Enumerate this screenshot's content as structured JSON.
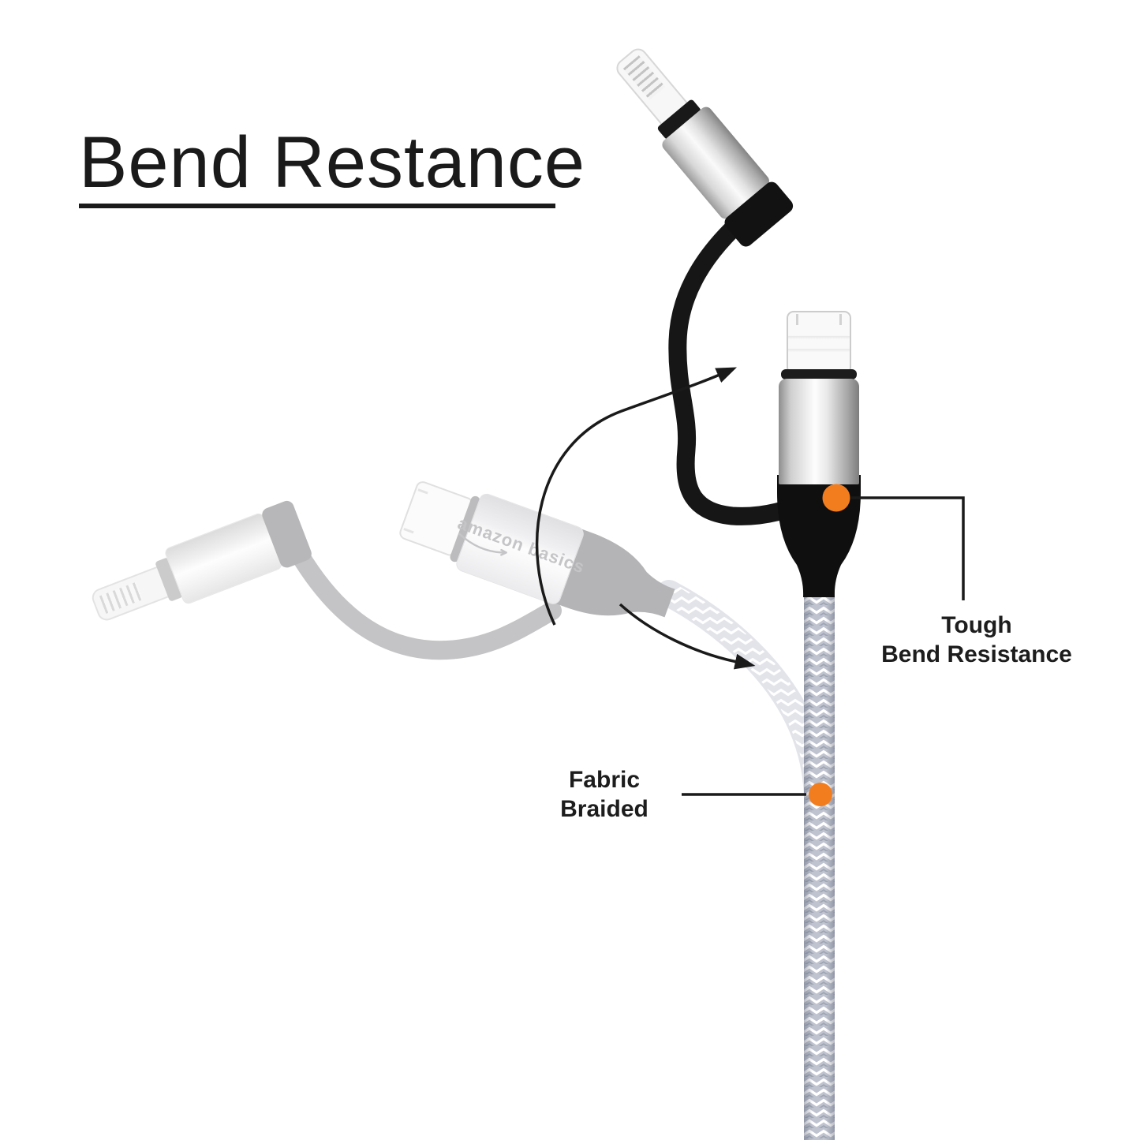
{
  "title": {
    "text": "Bend Restance"
  },
  "brand": {
    "text": "amazon basics"
  },
  "annotations": {
    "bend": {
      "line1": "Tough",
      "line2": "Bend Resistance"
    },
    "fabric": {
      "line1": "Fabric",
      "line2": "Braided"
    }
  },
  "colors": {
    "accent_orange": "#F27D1F",
    "ink": "#1A1A1A",
    "cable_black": "#161616",
    "braid_gray": "#BFC3CF",
    "ghost_gray": "#C4C4C6"
  }
}
